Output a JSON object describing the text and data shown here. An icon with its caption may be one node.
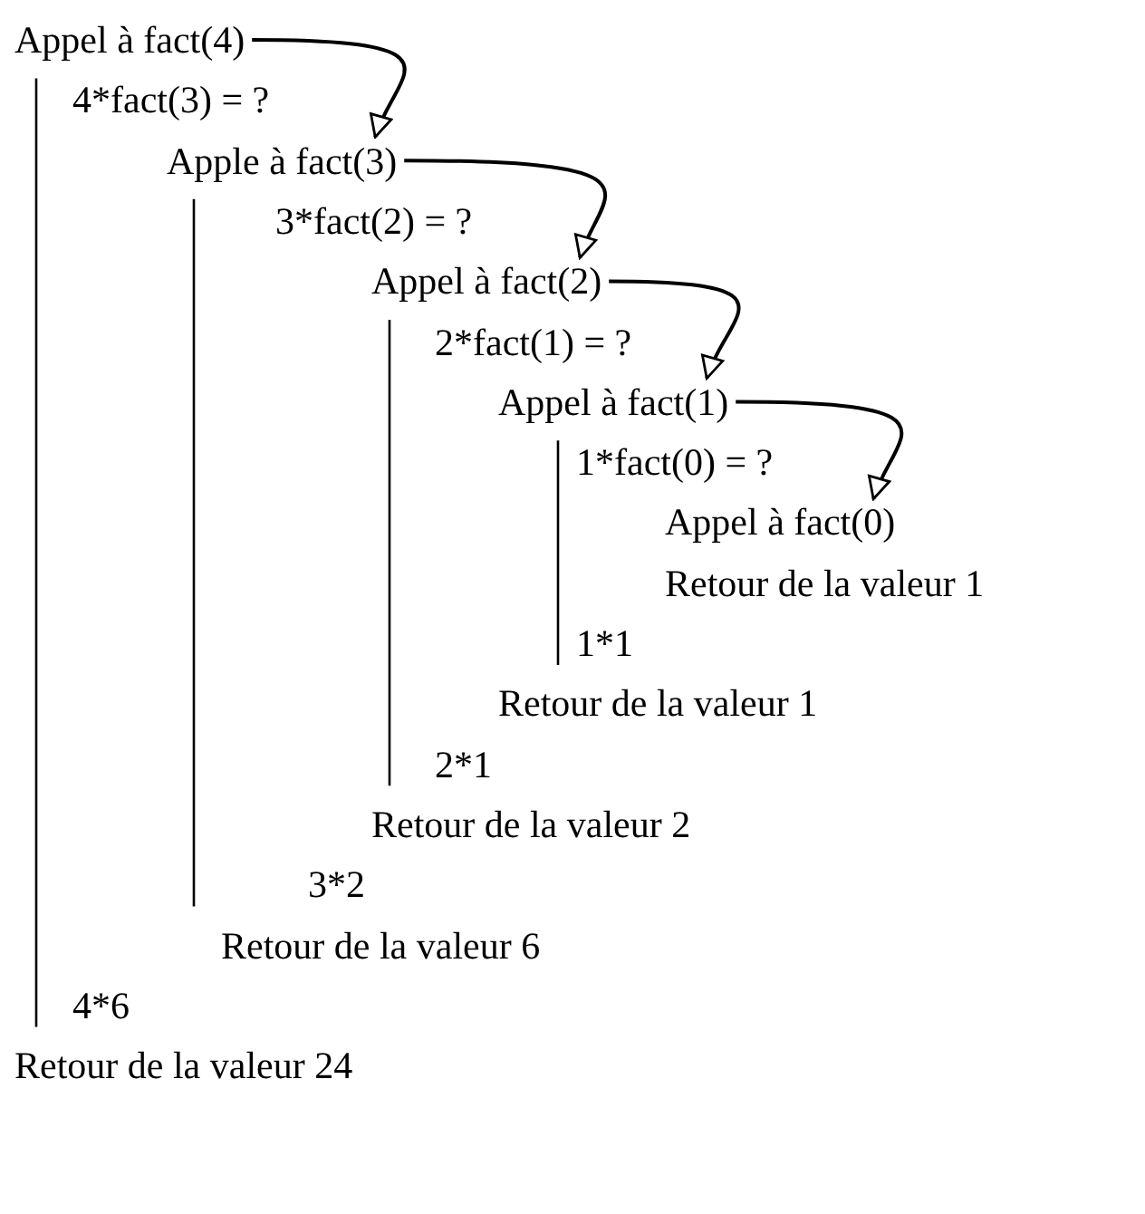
{
  "diagram": {
    "nodes": [
      {
        "text": [
          "Appel à fact(4)"
        ]
      },
      {
        "text": [
          "Apple à fact(3)"
        ]
      },
      {
        "text": [
          "Appel à fact(2)"
        ]
      },
      {
        "text": [
          "Appel à fact(1)"
        ]
      },
      {
        "text": [
          "Appel à fact(0)"
        ]
      }
    ],
    "edges": [
      {
        "from": 0,
        "to": 1,
        "arrow": "to"
      },
      {
        "from": 1,
        "to": 2,
        "arrow": "to"
      },
      {
        "from": 2,
        "to": 3,
        "arrow": "to"
      },
      {
        "from": 3,
        "to": 4,
        "arrow": "to"
      }
    ],
    "labels": [
      "4*fact(3) = ?",
      "3*fact(2) = ?",
      "2*fact(1) = ?",
      "1*fact(0) = ?",
      "Retour de la valeur 1",
      "1*1",
      "Retour de la valeur 1",
      "2*1",
      "Retour de la valeur 2",
      "3*2",
      "Retour de la valeur 6",
      "4*6",
      "Retour de la valeur 24"
    ]
  }
}
